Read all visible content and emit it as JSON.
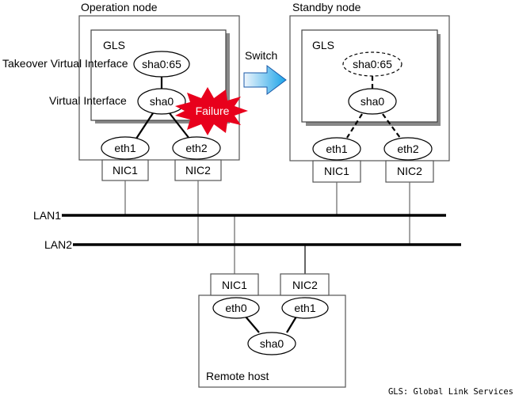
{
  "operation_node": {
    "title": "Operation node",
    "gls_label": "GLS",
    "takeover_label": "Takeover Virtual Interface",
    "virtual_label": "Virtual Interface",
    "takeover_if": "sha0:65",
    "virtual_if": "sha0",
    "eth_a": "eth1",
    "eth_b": "eth2",
    "nic_a": "NIC1",
    "nic_b": "NIC2",
    "failure_label": "Failure"
  },
  "switch_label": "Switch",
  "standby_node": {
    "title": "Standby node",
    "gls_label": "GLS",
    "takeover_if": "sha0:65",
    "virtual_if": "sha0",
    "eth_a": "eth1",
    "eth_b": "eth2",
    "nic_a": "NIC1",
    "nic_b": "NIC2"
  },
  "lans": {
    "lan1": "LAN1",
    "lan2": "LAN2"
  },
  "remote_host": {
    "title": "Remote host",
    "nic_a": "NIC1",
    "nic_b": "NIC2",
    "eth_a": "eth0",
    "eth_b": "eth1",
    "virtual_if": "sha0"
  },
  "footnote": "GLS: Global Link Services",
  "colors": {
    "failure": "#e8001c",
    "arrow_start": "#e8f2fb",
    "arrow_end": "#1aa3e8"
  }
}
